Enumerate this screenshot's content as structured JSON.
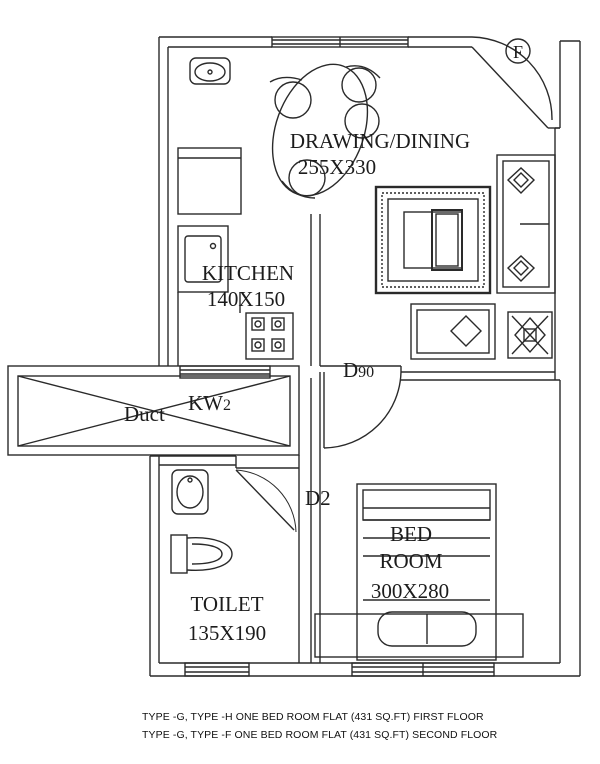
{
  "plan": {
    "compass": "F",
    "rooms": {
      "drawing_name": "DRAWING/DINING",
      "drawing_size": "255X330",
      "kitchen_name": "KITCHEN",
      "kitchen_size": "140X150",
      "bedroom_name_1": "BED",
      "bedroom_name_2": "ROOM",
      "bedroom_size": "300X280",
      "toilet_name": "TOILET",
      "toilet_size": "135X190",
      "duct": "Duct"
    },
    "doors": {
      "d90_prefix": "D",
      "d90_num": "90",
      "d2": "D2",
      "kw_prefix": "KW",
      "kw_num": "2"
    }
  },
  "captions": {
    "line1": "TYPE -G, TYPE -H ONE BED ROOM FLAT (431 SQ.FT) FIRST FLOOR",
    "line2": "TYPE -G, TYPE -F ONE BED ROOM FLAT (431 SQ.FT) SECOND FLOOR"
  },
  "colors": {
    "line": "#2a2a2a",
    "background": "#ffffff"
  }
}
